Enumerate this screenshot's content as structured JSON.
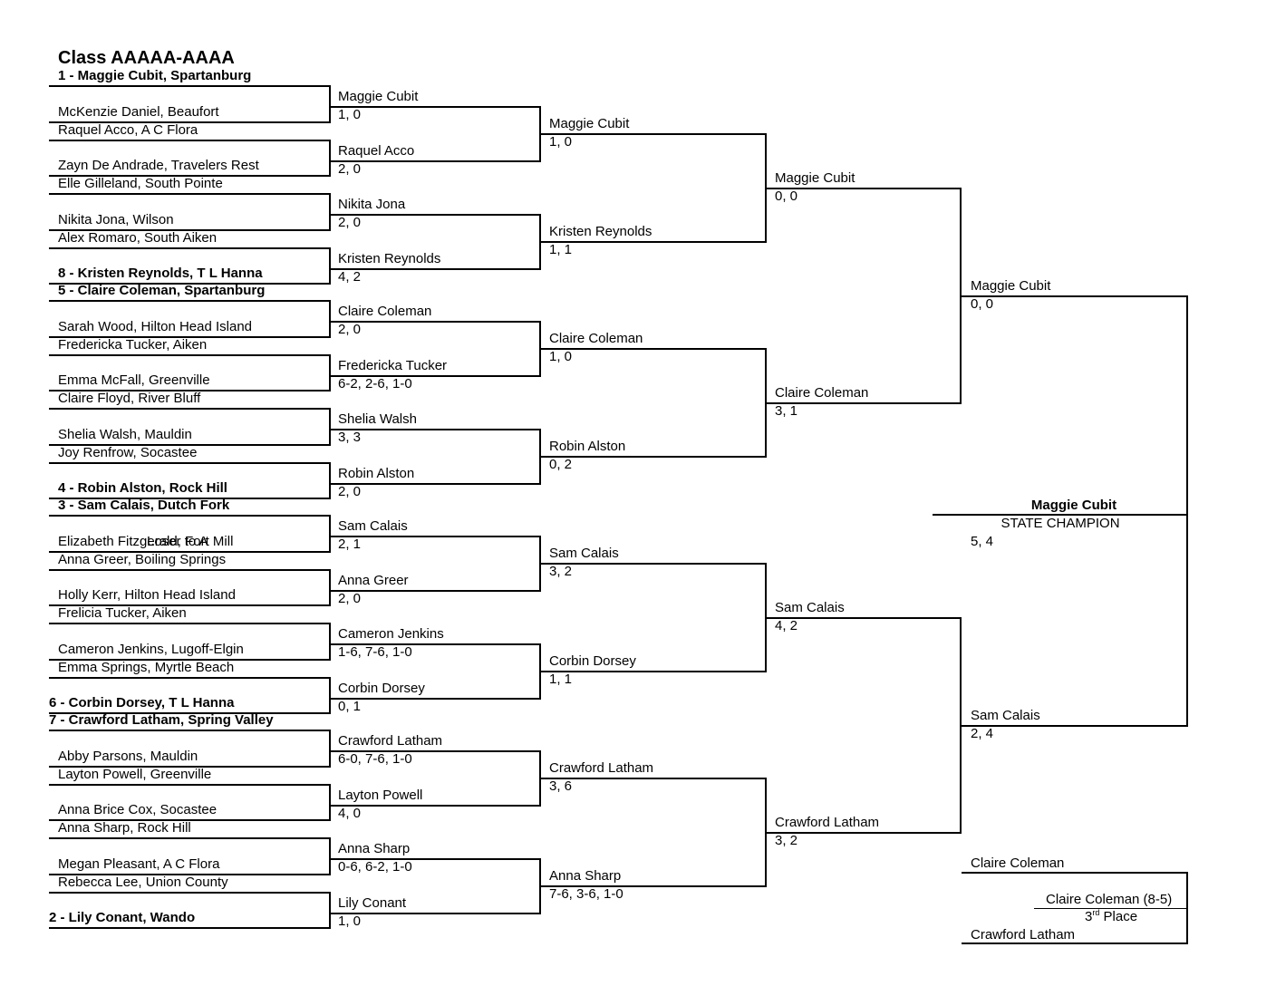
{
  "title": "Class AAAAA-AAAA",
  "round1": [
    {
      "label": "1 - Maggie Cubit, Spartanburg",
      "seed": true
    },
    {
      "label": "McKenzie Daniel, Beaufort"
    },
    {
      "label": "Raquel Acco, A C Flora"
    },
    {
      "label": "Zayn De Andrade, Travelers Rest"
    },
    {
      "label": "Elle Gilleland, South Pointe"
    },
    {
      "label": "Nikita Jona, Wilson"
    },
    {
      "label": "Alex Romaro, South Aiken"
    },
    {
      "label": "8 - Kristen Reynolds, T L Hanna",
      "seed": true
    },
    {
      "label": "5 - Claire Coleman, Spartanburg",
      "seed": true
    },
    {
      "label": "Sarah Wood, Hilton Head Island"
    },
    {
      "label": "Fredericka Tucker, Aiken"
    },
    {
      "label": "Emma McFall, Greenville"
    },
    {
      "label": "Claire Floyd, River Bluff"
    },
    {
      "label": "Shelia Walsh, Mauldin"
    },
    {
      "label": "Joy Renfrow, Socastee"
    },
    {
      "label": "4 - Robin Alston, Rock Hill",
      "seed": true
    },
    {
      "label": "3 - Sam Calais, Dutch Fork",
      "seed": true
    },
    {
      "label": "Elizabeth Fitzgerald, Fort Mill"
    },
    {
      "label": "Anna Greer, Boiling Springs"
    },
    {
      "label": "Holly Kerr, Hilton Head Island"
    },
    {
      "label": "Frelicia Tucker, Aiken"
    },
    {
      "label": "Cameron Jenkins, Lugoff-Elgin"
    },
    {
      "label": "Emma Springs, Myrtle Beach"
    },
    {
      "label": "6 - Corbin Dorsey, T L Hanna",
      "seed": true
    },
    {
      "label": "7 - Crawford Latham, Spring Valley",
      "seed": true
    },
    {
      "label": "Abby Parsons, Mauldin"
    },
    {
      "label": "Layton Powell, Greenville"
    },
    {
      "label": "Anna Brice Cox, Socastee"
    },
    {
      "label": "Anna Sharp, Rock Hill"
    },
    {
      "label": "Megan Pleasant, A C Flora"
    },
    {
      "label": "Rebecca Lee, Union County"
    },
    {
      "label": "2 - Lily Conant, Wando",
      "seed": true
    }
  ],
  "loser_note": "Loser to A",
  "round2": [
    {
      "winner": "Maggie Cubit",
      "score": "1, 0"
    },
    {
      "winner": "Raquel Acco",
      "score": "2, 0"
    },
    {
      "winner": "Nikita Jona",
      "score": "2, 0"
    },
    {
      "winner": "Kristen Reynolds",
      "score": "4, 2"
    },
    {
      "winner": "Claire Coleman",
      "score": "2, 0"
    },
    {
      "winner": "Fredericka Tucker",
      "score": "6-2, 2-6, 1-0"
    },
    {
      "winner": "Shelia Walsh",
      "score": "3, 3"
    },
    {
      "winner": "Robin Alston",
      "score": "2, 0"
    },
    {
      "winner": "Sam Calais",
      "score": "2, 1"
    },
    {
      "winner": "Anna Greer",
      "score": "2, 0"
    },
    {
      "winner": "Cameron Jenkins",
      "score": "1-6, 7-6, 1-0"
    },
    {
      "winner": "Corbin Dorsey",
      "score": "0, 1"
    },
    {
      "winner": "Crawford Latham",
      "score": "6-0, 7-6, 1-0"
    },
    {
      "winner": "Layton Powell",
      "score": "4, 0"
    },
    {
      "winner": "Anna Sharp",
      "score": "0-6, 6-2, 1-0"
    },
    {
      "winner": "Lily Conant",
      "score": "1, 0"
    }
  ],
  "round3": [
    {
      "winner": "Maggie Cubit",
      "score": "1, 0"
    },
    {
      "winner": "Kristen Reynolds",
      "score": "1, 1"
    },
    {
      "winner": "Claire Coleman",
      "score": "1, 0"
    },
    {
      "winner": "Robin Alston",
      "score": "0, 2"
    },
    {
      "winner": "Sam Calais",
      "score": "3, 2"
    },
    {
      "winner": "Corbin Dorsey",
      "score": "1, 1"
    },
    {
      "winner": "Crawford Latham",
      "score": "3, 6"
    },
    {
      "winner": "Anna Sharp",
      "score": "7-6, 3-6, 1-0"
    }
  ],
  "quarterfinals": [
    {
      "winner": "Maggie Cubit",
      "score": "0, 0"
    },
    {
      "winner": "Claire Coleman",
      "score": "3, 1"
    },
    {
      "winner": "Sam Calais",
      "score": "4, 2"
    },
    {
      "winner": "Crawford Latham",
      "score": "3, 2"
    }
  ],
  "semifinals": [
    {
      "winner": "Maggie Cubit",
      "score": "0, 0"
    },
    {
      "winner": "Sam Calais",
      "score": "2, 4"
    }
  ],
  "champion": {
    "name": "Maggie Cubit",
    "label": "STATE CHAMPION",
    "score": "5, 4"
  },
  "third_place": {
    "player_top": "Claire Coleman",
    "player_bottom": "Crawford Latham",
    "result": "Claire Coleman (8-5)",
    "place_num": "3",
    "place_suffix": "rd",
    "place_word": " Place"
  }
}
